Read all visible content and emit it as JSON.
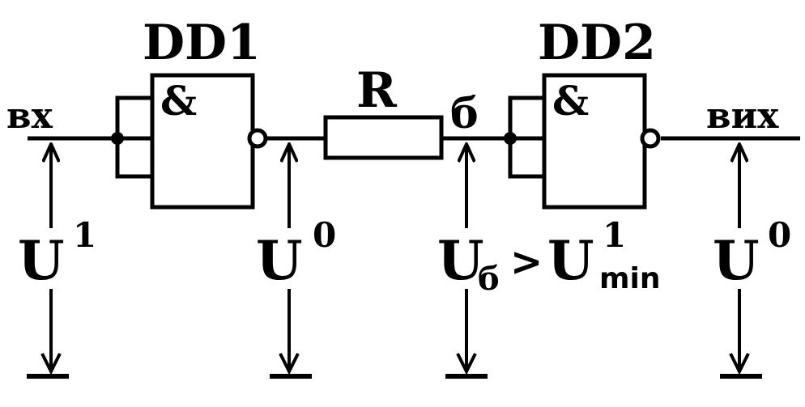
{
  "labels": {
    "input": "вх",
    "output": "вих",
    "gate1": "DD1",
    "gate2": "DD2",
    "gate_symbol": "&",
    "resistor": "R",
    "node_b": "б"
  },
  "measurements": {
    "u_in": {
      "base": "U",
      "sup": "1",
      "sub": ""
    },
    "u_mid": {
      "base": "U",
      "sup": "0",
      "sub": ""
    },
    "u_b": {
      "base": "U",
      "sup": "",
      "sub": "б"
    },
    "u_cmp": ">",
    "u_min": {
      "base": "U",
      "sup": "1",
      "sub": "min"
    },
    "u_out": {
      "base": "U",
      "sup": "0",
      "sub": ""
    }
  },
  "colors": {
    "stroke": "#000000",
    "background": "#ffffff"
  }
}
